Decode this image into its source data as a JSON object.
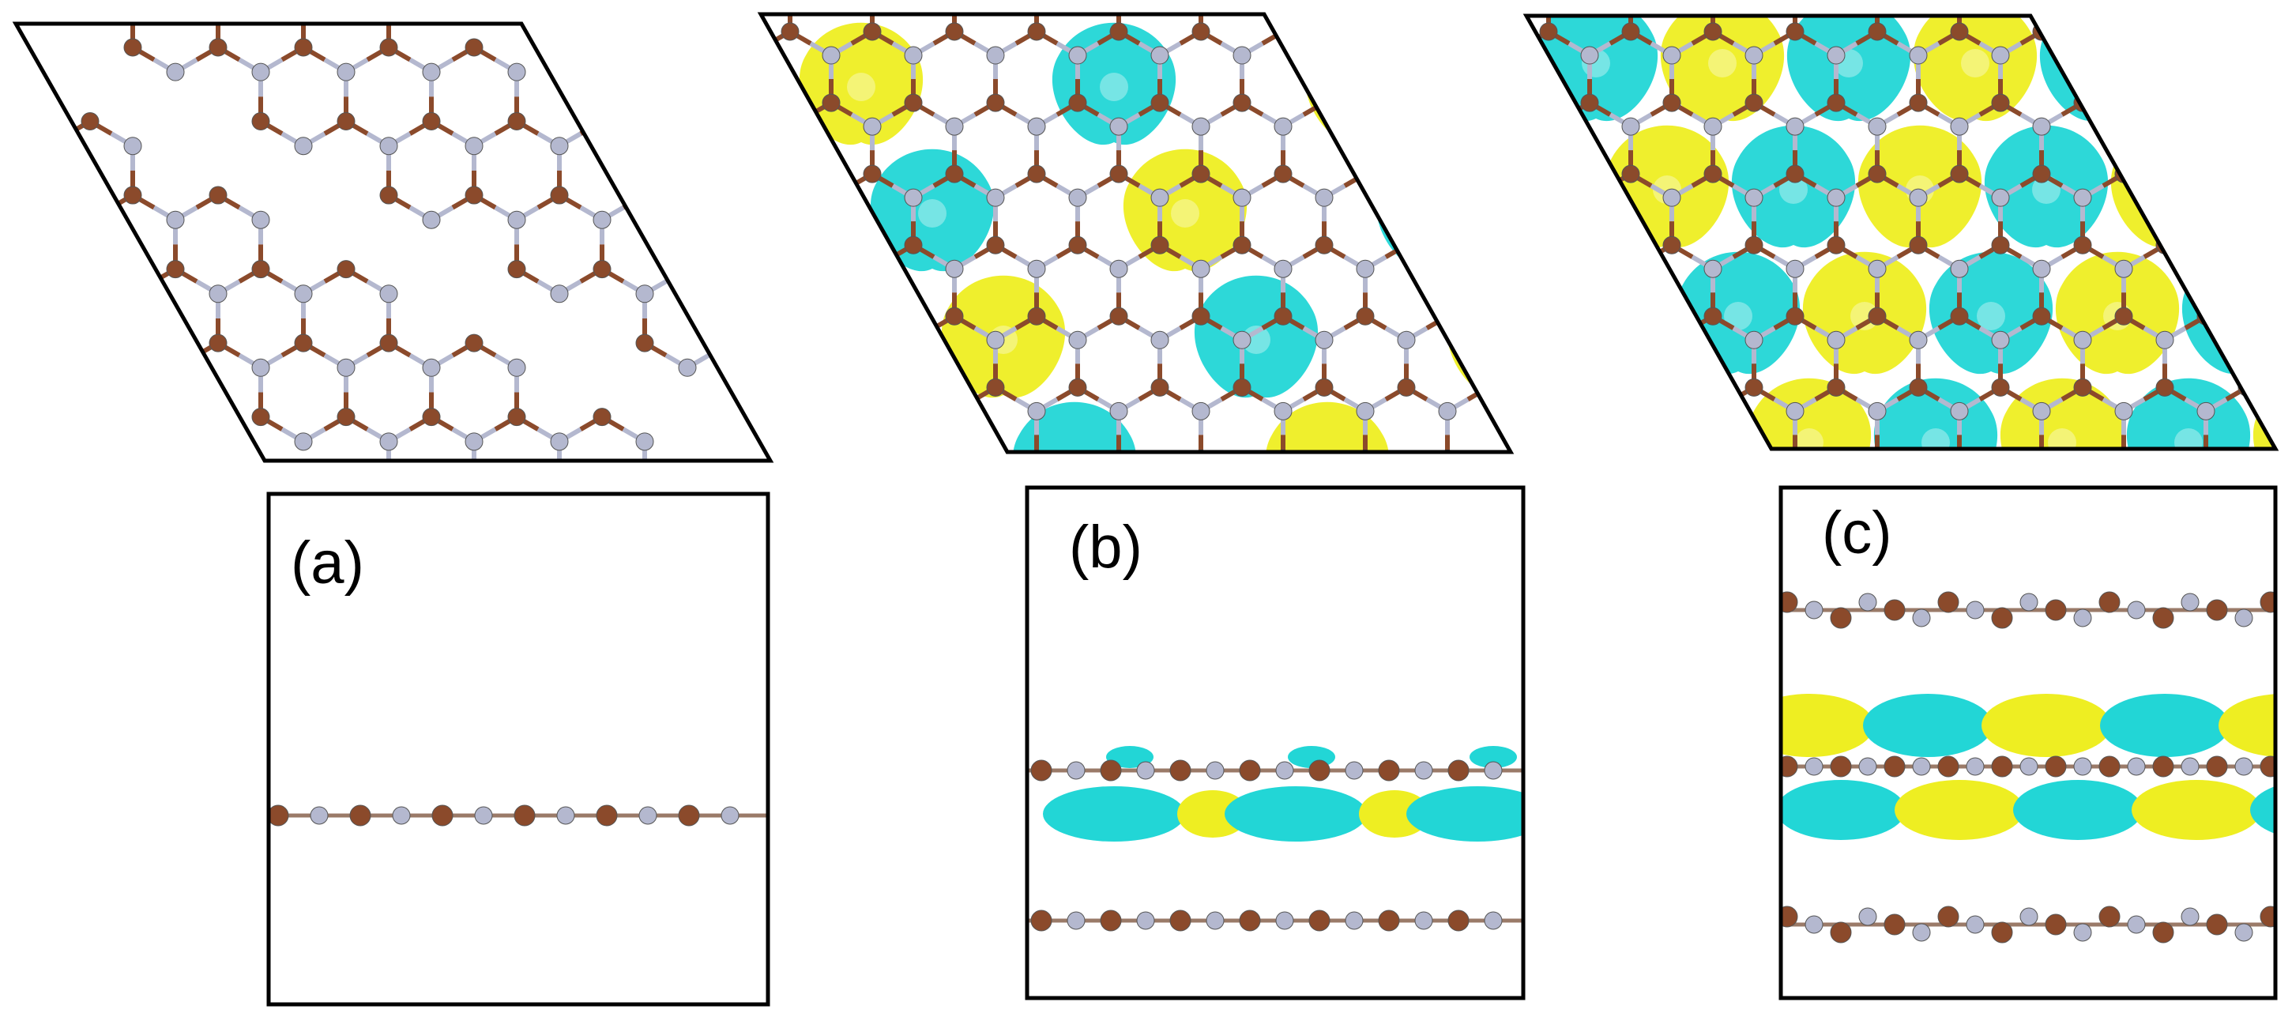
{
  "figure": {
    "panels": [
      {
        "label": "(a)"
      },
      {
        "label": "(b)"
      },
      {
        "label": "(c)"
      }
    ]
  },
  "colors": {
    "boron_atom": "#8B4A2B",
    "nitrogen_atom": "#B4B8CF",
    "charge_accumulation": "#EEEE22",
    "charge_depletion": "#22D6D6",
    "cell_outline": "#000000"
  }
}
